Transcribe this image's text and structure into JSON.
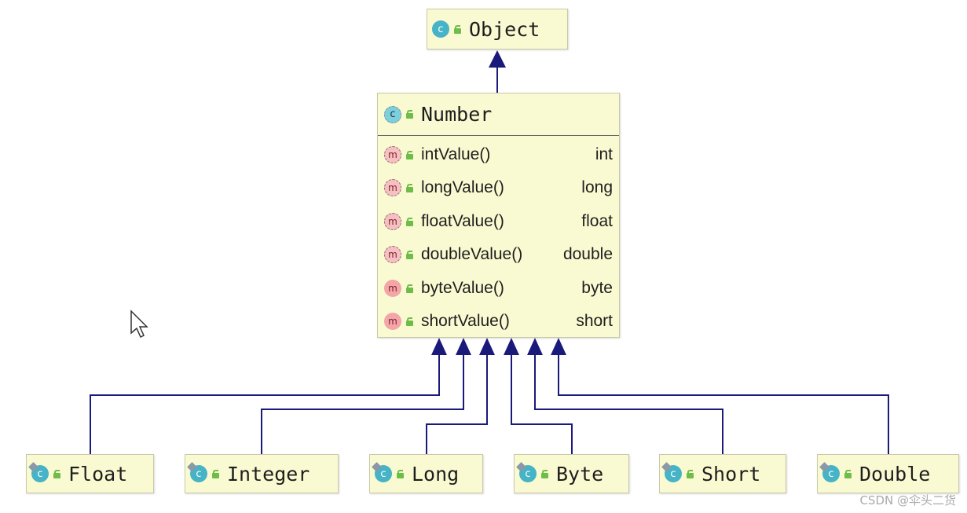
{
  "diagram": {
    "parent": {
      "name": "Object",
      "icon": "class-icon"
    },
    "number": {
      "name": "Number",
      "icon": "abstract-class-icon",
      "methods": [
        {
          "name": "intValue()",
          "type": "int",
          "icon": "abstract-method-icon"
        },
        {
          "name": "longValue()",
          "type": "long",
          "icon": "abstract-method-icon"
        },
        {
          "name": "floatValue()",
          "type": "float",
          "icon": "abstract-method-icon"
        },
        {
          "name": "doubleValue()",
          "type": "double",
          "icon": "abstract-method-icon"
        },
        {
          "name": "byteValue()",
          "type": "byte",
          "icon": "method-icon"
        },
        {
          "name": "shortValue()",
          "type": "short",
          "icon": "method-icon"
        }
      ]
    },
    "subclasses": [
      {
        "name": "Float",
        "icon": "final-class-icon"
      },
      {
        "name": "Integer",
        "icon": "final-class-icon"
      },
      {
        "name": "Long",
        "icon": "final-class-icon"
      },
      {
        "name": "Byte",
        "icon": "final-class-icon"
      },
      {
        "name": "Short",
        "icon": "final-class-icon"
      },
      {
        "name": "Double",
        "icon": "final-class-icon"
      }
    ],
    "icon_letters": {
      "class": "c",
      "method": "m"
    },
    "colors": {
      "box_fill": "#fafad2",
      "arrow": "#1a1a7a",
      "class_icon": "#46b3c6",
      "method_icon": "#f3a5a8",
      "visibility_icon": "#6ebd4a"
    }
  },
  "watermark": "CSDN @伞头二货"
}
